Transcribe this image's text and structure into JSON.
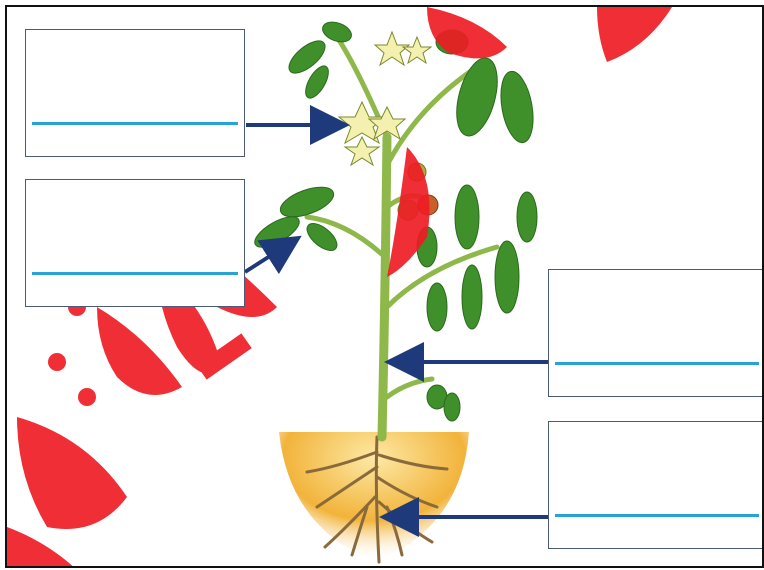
{
  "diagram": {
    "subject": "tomato-plant",
    "labels": [
      {
        "id": "flower",
        "answer": ""
      },
      {
        "id": "leaf",
        "answer": ""
      },
      {
        "id": "stem",
        "answer": ""
      },
      {
        "id": "root",
        "answer": ""
      }
    ]
  },
  "watermark": {
    "text": "الأوقصر",
    "color": "#ee1c25"
  },
  "colors": {
    "arrow": "#1f3a7a",
    "answer_line": "#29a3d6",
    "box_border": "#4a5a78",
    "leaf": "#3f8f2a",
    "stem": "#8fb84a",
    "soil": "#f2b33a",
    "root": "#8a6a3a"
  }
}
